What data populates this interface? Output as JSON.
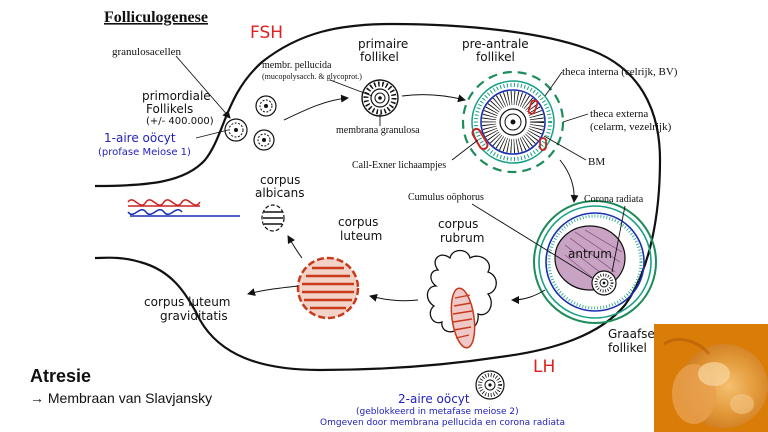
{
  "title": "Folliculogenese",
  "hormones": {
    "fsh": "FSH",
    "lh": "LH"
  },
  "labels": {
    "granulosacellen": "granulosacellen",
    "primordiale_line1": "primordiale",
    "primordiale_line2": "Follikels",
    "primordiale_count": "(+/- 400.000)",
    "oocyt1_line1": "1-aire oöcyt",
    "oocyt1_line2": "(profase Meiose 1)",
    "membr_pellucida": "membr. pellucida",
    "mucopoly": "(mucopolysacch. & glycoprot.)",
    "primaire_line1": "primaire",
    "primaire_line2": "follikel",
    "membrana_granulosa": "membrana granulosa",
    "preantrale_line1": "pre-antrale",
    "preantrale_line2": "follikel",
    "theca_interna": "theca interna (celrijk, BV)",
    "theca_externa_line1": "theca externa",
    "theca_externa_line2": "(celarm, vezelrijk)",
    "bm": "BM",
    "call_exner": "Call-Exner lichaampjes",
    "corpus_albicans_line1": "corpus",
    "corpus_albicans_line2": "albicans",
    "cumulus": "Cumulus oöphorus",
    "corona_radiata": "Corona radiata",
    "corpus_luteum_line1": "corpus",
    "corpus_luteum_line2": "luteum",
    "corpus_rubrum_line1": "corpus",
    "corpus_rubrum_line2": "rubrum",
    "antrum": "antrum",
    "graviditatis_line1": "corpus luteum",
    "graviditatis_line2": "graviditatis",
    "graafse_line1": "Graafse",
    "graafse_line2": "follikel",
    "oocyt2_line1": "2-aire oöcyt",
    "oocyt2_line2": "(geblokkeerd in metafase meiose 2)",
    "oocyt2_line3": "Omgeven door membrana pellucida en corona radiata"
  },
  "footer": {
    "atresie": "Atresie",
    "slavjansky": "→ Membraan van Slavjansky"
  },
  "colors": {
    "fsh": "#e02020",
    "lh": "#e02020",
    "blue_text": "#2222bb",
    "theca_interna": "#17a085",
    "theca_externa": "#1e8c5a",
    "granulosa_blue": "#1a2fb0",
    "antrum_fill": "#c9a3c4",
    "corpus_luteum": "#c83a1a",
    "photo_bg": "#e08a10"
  }
}
